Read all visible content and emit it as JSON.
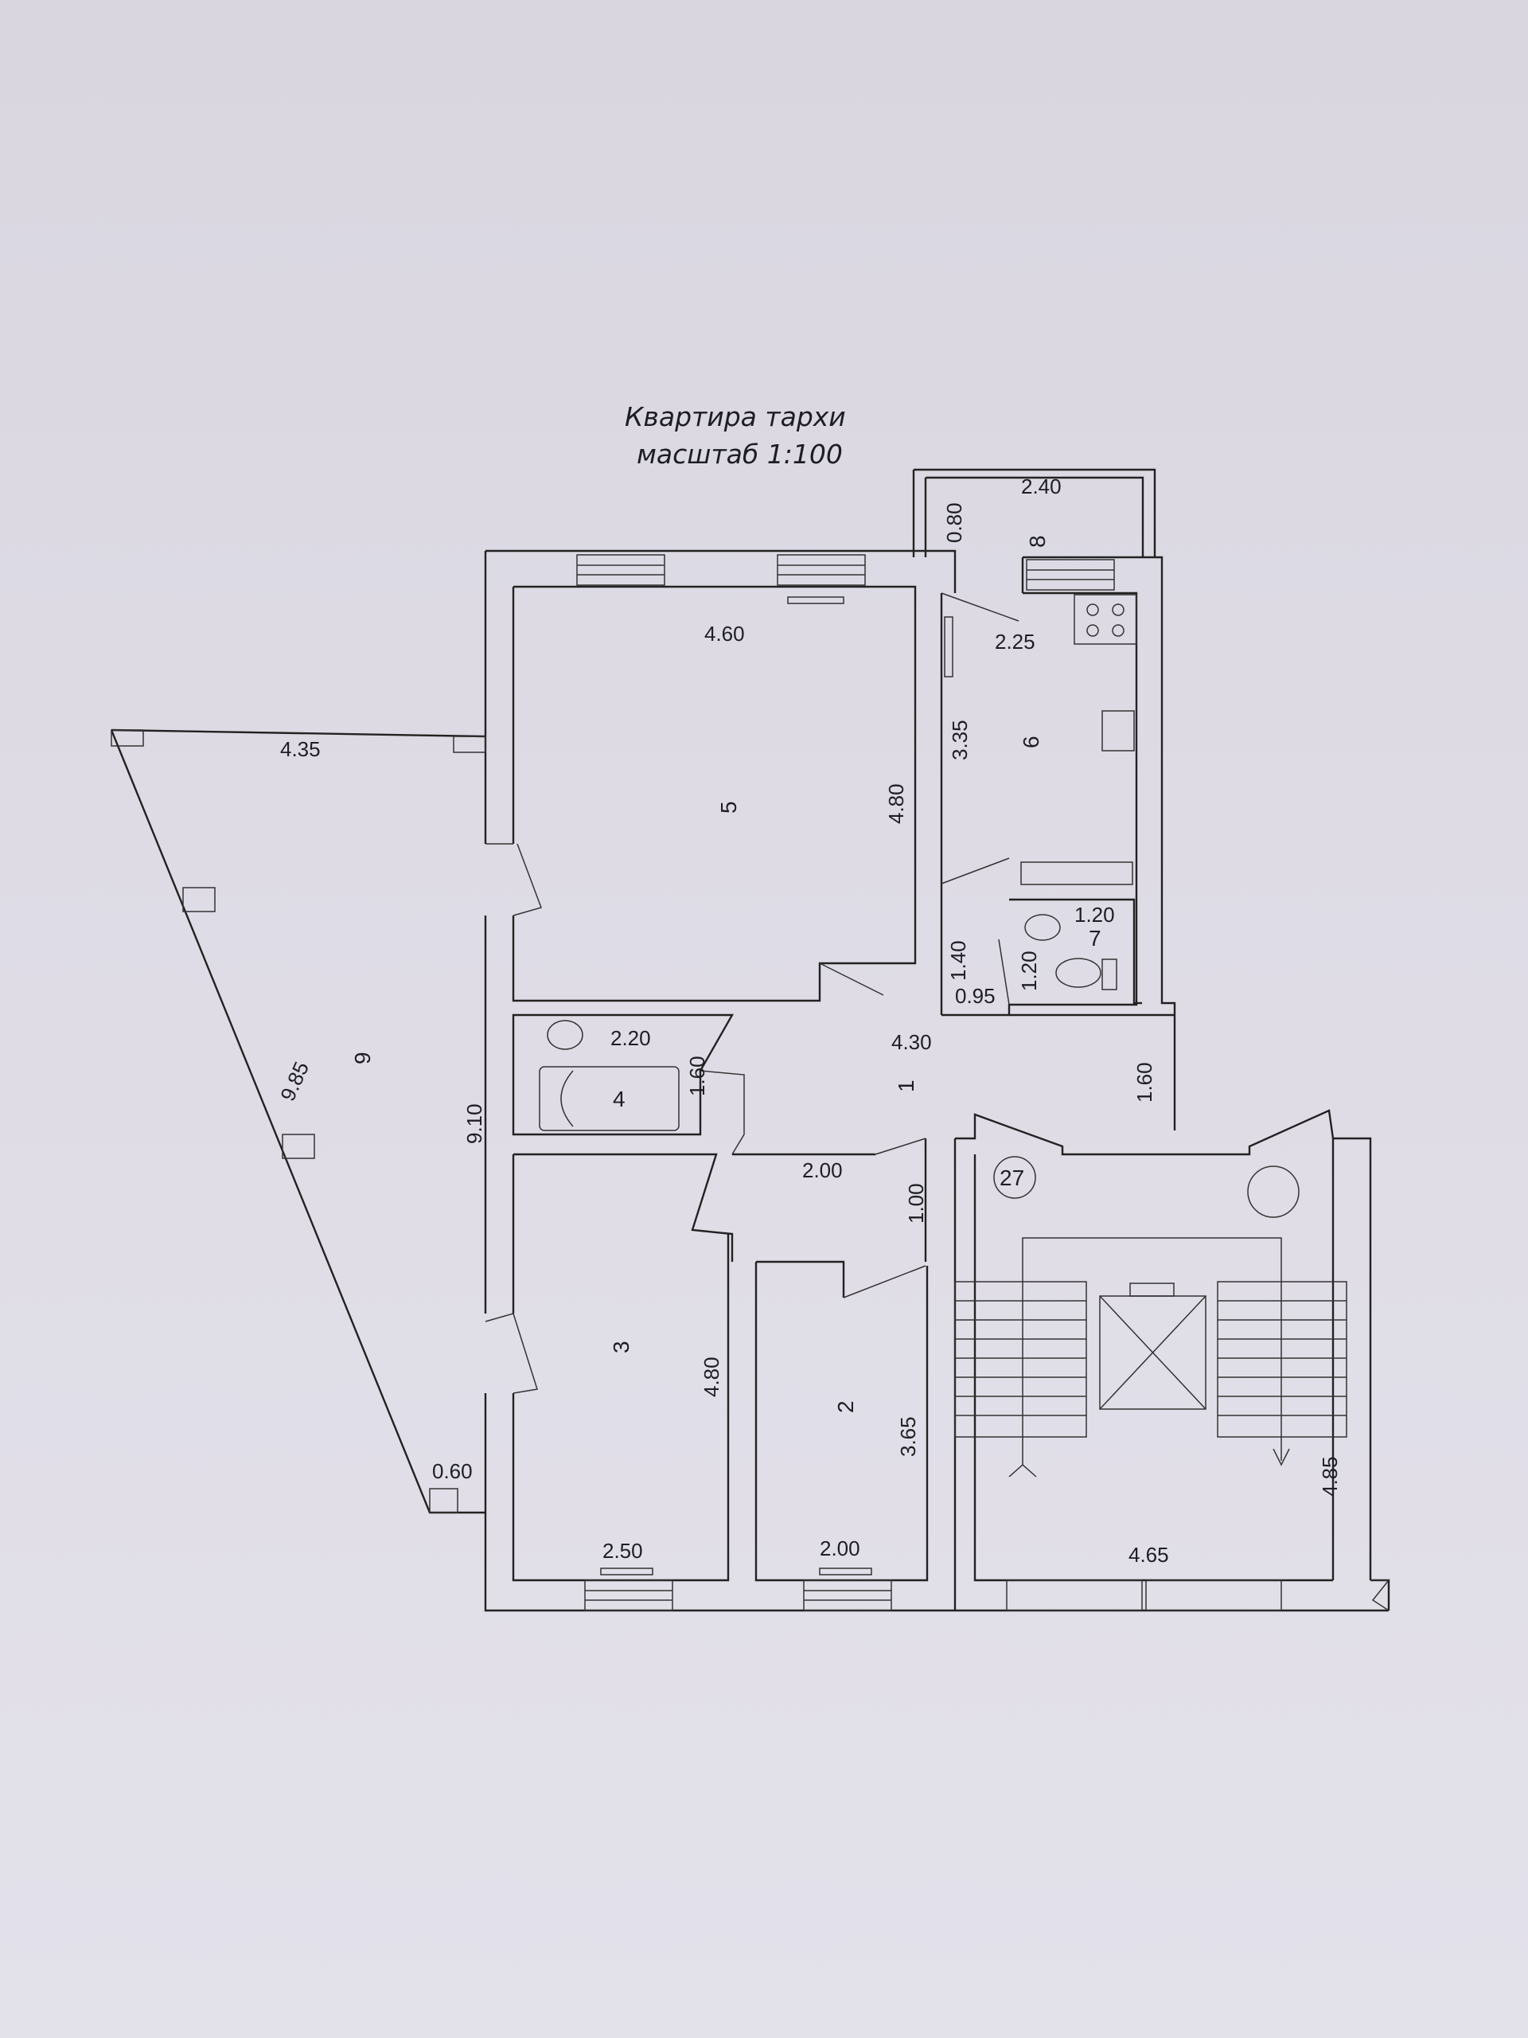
{
  "title": {
    "line1": "Квартира тархи",
    "line2": "масштаб 1:100"
  },
  "dimensions": {
    "balcony_width": "2.40",
    "balcony_depth": "0.80",
    "room5_width": "4.60",
    "room5_depth": "4.80",
    "kitchen_width": "2.25",
    "kitchen_depth": "3.35",
    "wc_width": "1.20",
    "wc_depth": "1.20",
    "wc_door": "0.95",
    "hall_passage": "1.40",
    "hall_width": "4.30",
    "hall_depth_left": "1.60",
    "hall_depth_right": "1.60",
    "bath_width": "2.20",
    "corridor_width": "2.00",
    "corridor_depth": "1.00",
    "loggia_width": "4.35",
    "loggia_diag": "9.85",
    "loggia_length": "9.10",
    "loggia_end": "0.60",
    "room3_depth": "4.80",
    "room3_width": "2.50",
    "room2_depth": "3.65",
    "room2_width": "2.00",
    "stair_width": "4.65",
    "stair_depth": "4.85"
  },
  "rooms": {
    "r1": "1",
    "r2": "2",
    "r3": "3",
    "r4": "4",
    "r5": "5",
    "r6": "6",
    "r7": "7",
    "r8": "8",
    "r9": "9",
    "apartment_no": "27"
  },
  "colors": {
    "paper": "#dedbe5",
    "ink": "#222222",
    "background": "#2a2a2c"
  }
}
